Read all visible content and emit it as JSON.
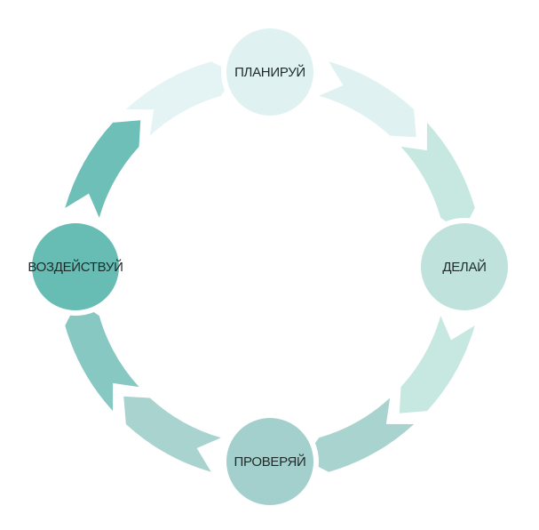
{
  "diagram": {
    "type": "cycle",
    "nodes": [
      {
        "id": "plan",
        "label": "ПЛАНИРУЙ",
        "color": "#dff1f1"
      },
      {
        "id": "do",
        "label": "ДЕЛАЙ",
        "color": "#bfe3dc"
      },
      {
        "id": "check",
        "label": "ПРОВЕРЯЙ",
        "color": "#a3d0cc"
      },
      {
        "id": "act",
        "label": "ВОЗДЕЙСТВУЙ",
        "color": "#67bcb4"
      }
    ],
    "arrows": [
      {
        "from": "plan",
        "to": "do",
        "colors": [
          "#dff1f1",
          "#c6e8e1"
        ]
      },
      {
        "from": "do",
        "to": "check",
        "colors": [
          "#c6e8e1",
          "#a9d3cf"
        ]
      },
      {
        "from": "check",
        "to": "act",
        "colors": [
          "#a9d3cf",
          "#88c8c2"
        ]
      },
      {
        "from": "act",
        "to": "plan",
        "colors": [
          "#6ebfb7",
          "#e4f3f3"
        ]
      }
    ]
  }
}
